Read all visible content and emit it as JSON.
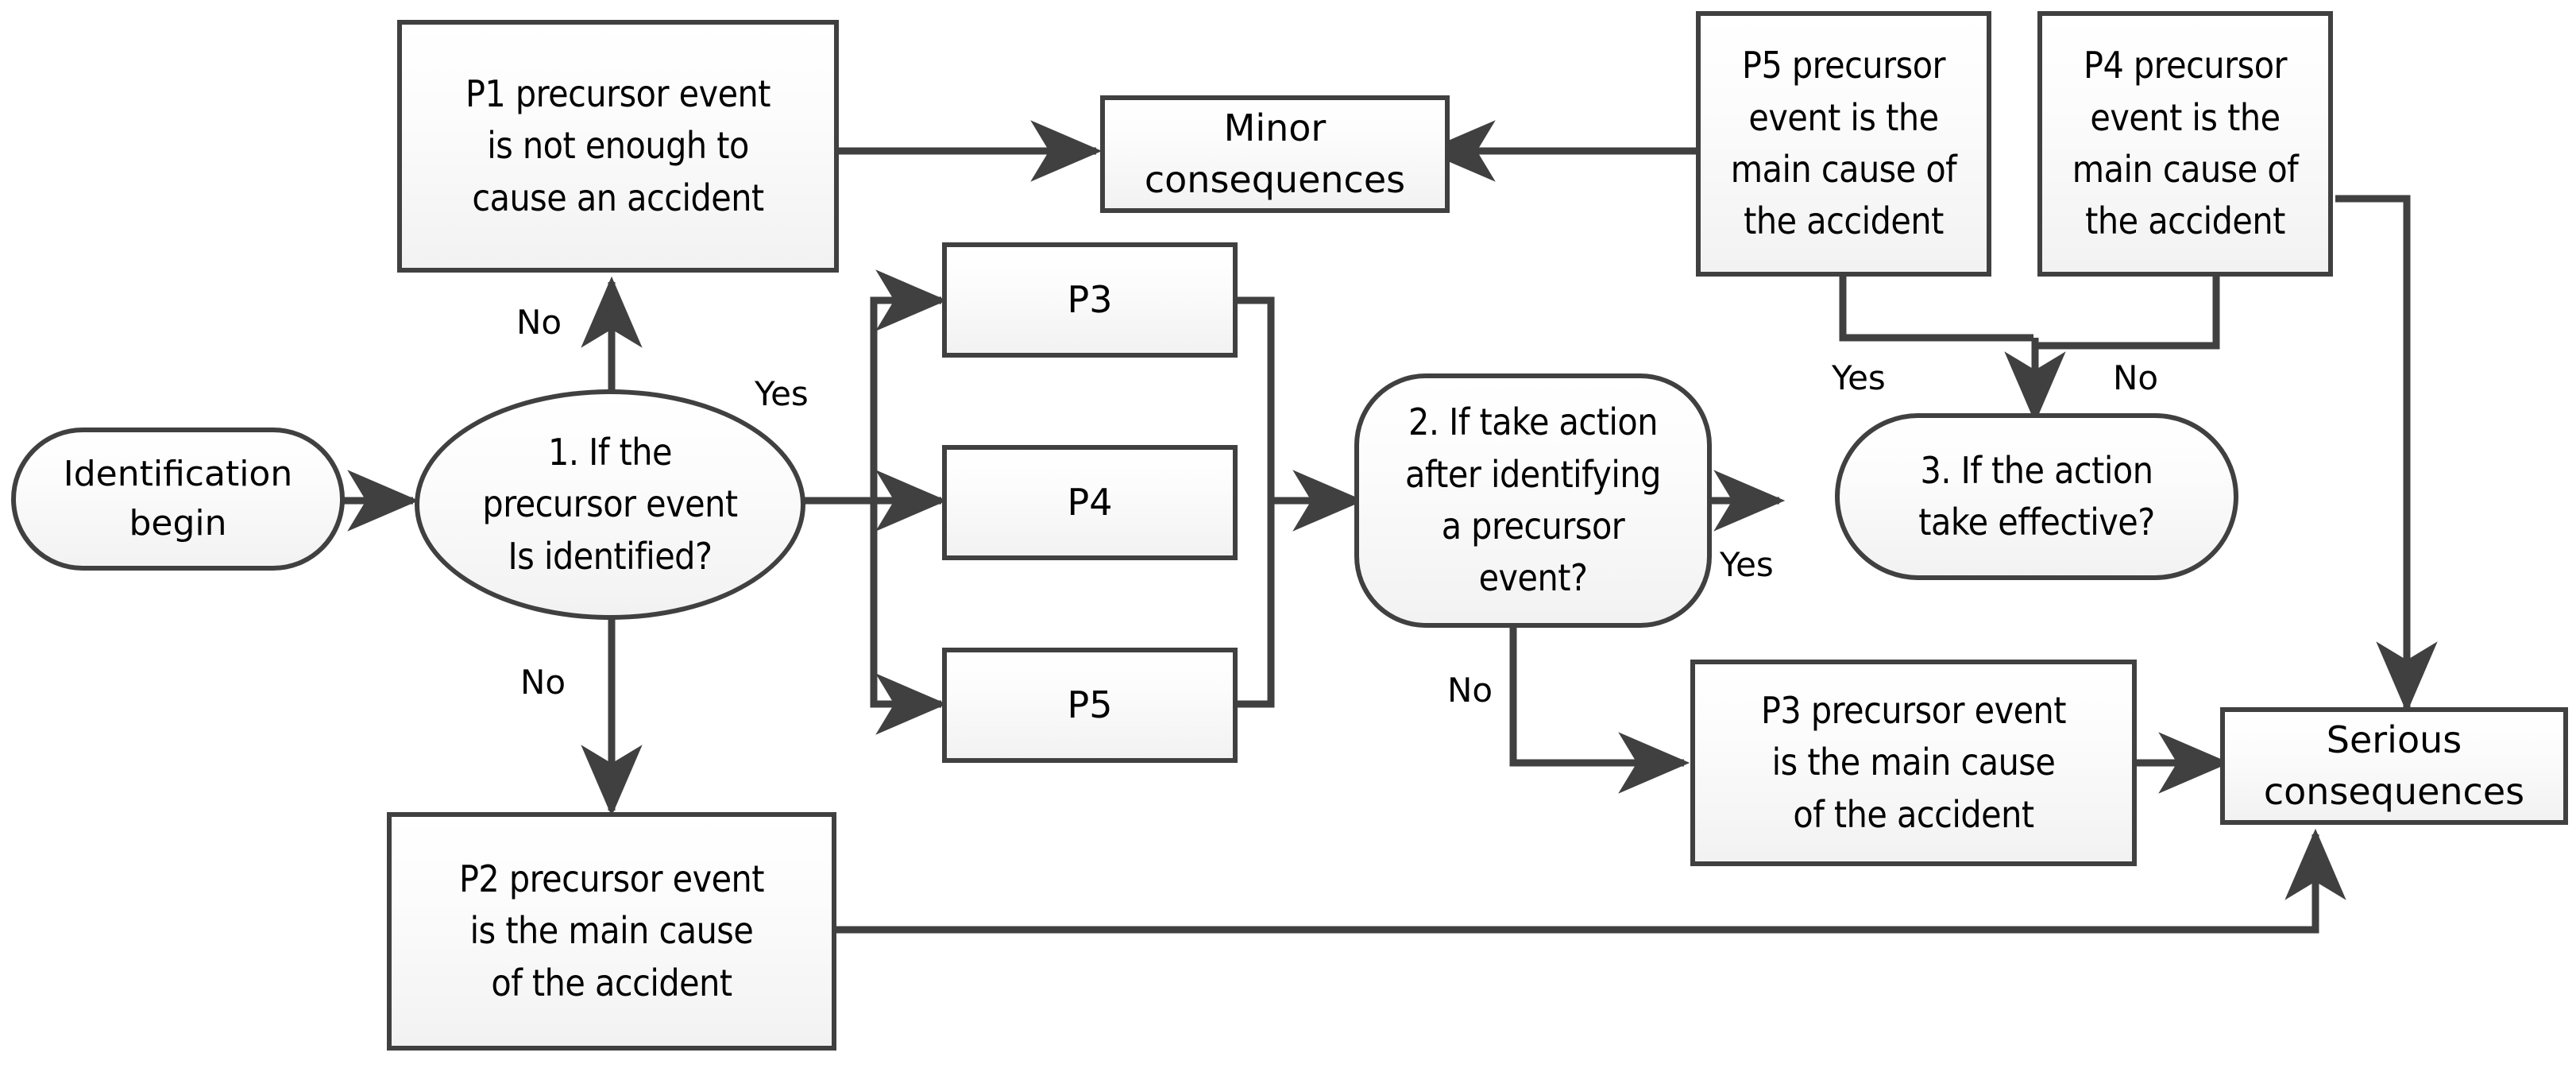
{
  "diagram": {
    "title": "Precursor event identification and consequence flowchart",
    "line_color": "#404040",
    "node_fill_top": "#ffffff",
    "node_fill_bottom": "#f0f0f0",
    "text_color": "#000000"
  },
  "nodes": {
    "start": {
      "label": "Identification\nbegin",
      "shape": "stadium"
    },
    "decision1": {
      "label": "1. If  the\nprecursor event\nIs identified?",
      "shape": "ellipse"
    },
    "decision2": {
      "label": "2. If take action\nafter identifying\na precursor\nevent?",
      "shape": "rounded-rect"
    },
    "decision3": {
      "label": "3. If the action\ntake effective?",
      "shape": "stadium"
    },
    "p1": {
      "label": "P1 precursor event\nis not enough to\ncause an accident",
      "shape": "rect"
    },
    "p2": {
      "label": "P2 precursor event\nis the main cause\nof the accident",
      "shape": "rect"
    },
    "p3_cause": {
      "label": "P3 precursor event\nis the main cause\nof the accident",
      "shape": "rect"
    },
    "p4_cause": {
      "label": "P4 precursor\nevent is the\nmain cause of\nthe accident",
      "shape": "rect"
    },
    "p5_cause": {
      "label": "P5 precursor\nevent is the\nmain cause of\nthe accident",
      "shape": "rect"
    },
    "p3": {
      "label": "P3",
      "shape": "rect"
    },
    "p4": {
      "label": "P4",
      "shape": "rect"
    },
    "p5": {
      "label": "P5",
      "shape": "rect"
    },
    "minor": {
      "label": "Minor\nconsequences",
      "shape": "rect"
    },
    "serious": {
      "label": "Serious\nconsequences",
      "shape": "rect"
    }
  },
  "edge_labels": {
    "d1_no_up": "No",
    "d1_yes": "Yes",
    "d1_no_down": "No",
    "d2_yes": "Yes",
    "d2_no": "No",
    "d3_yes": "Yes",
    "d3_no": "No"
  }
}
